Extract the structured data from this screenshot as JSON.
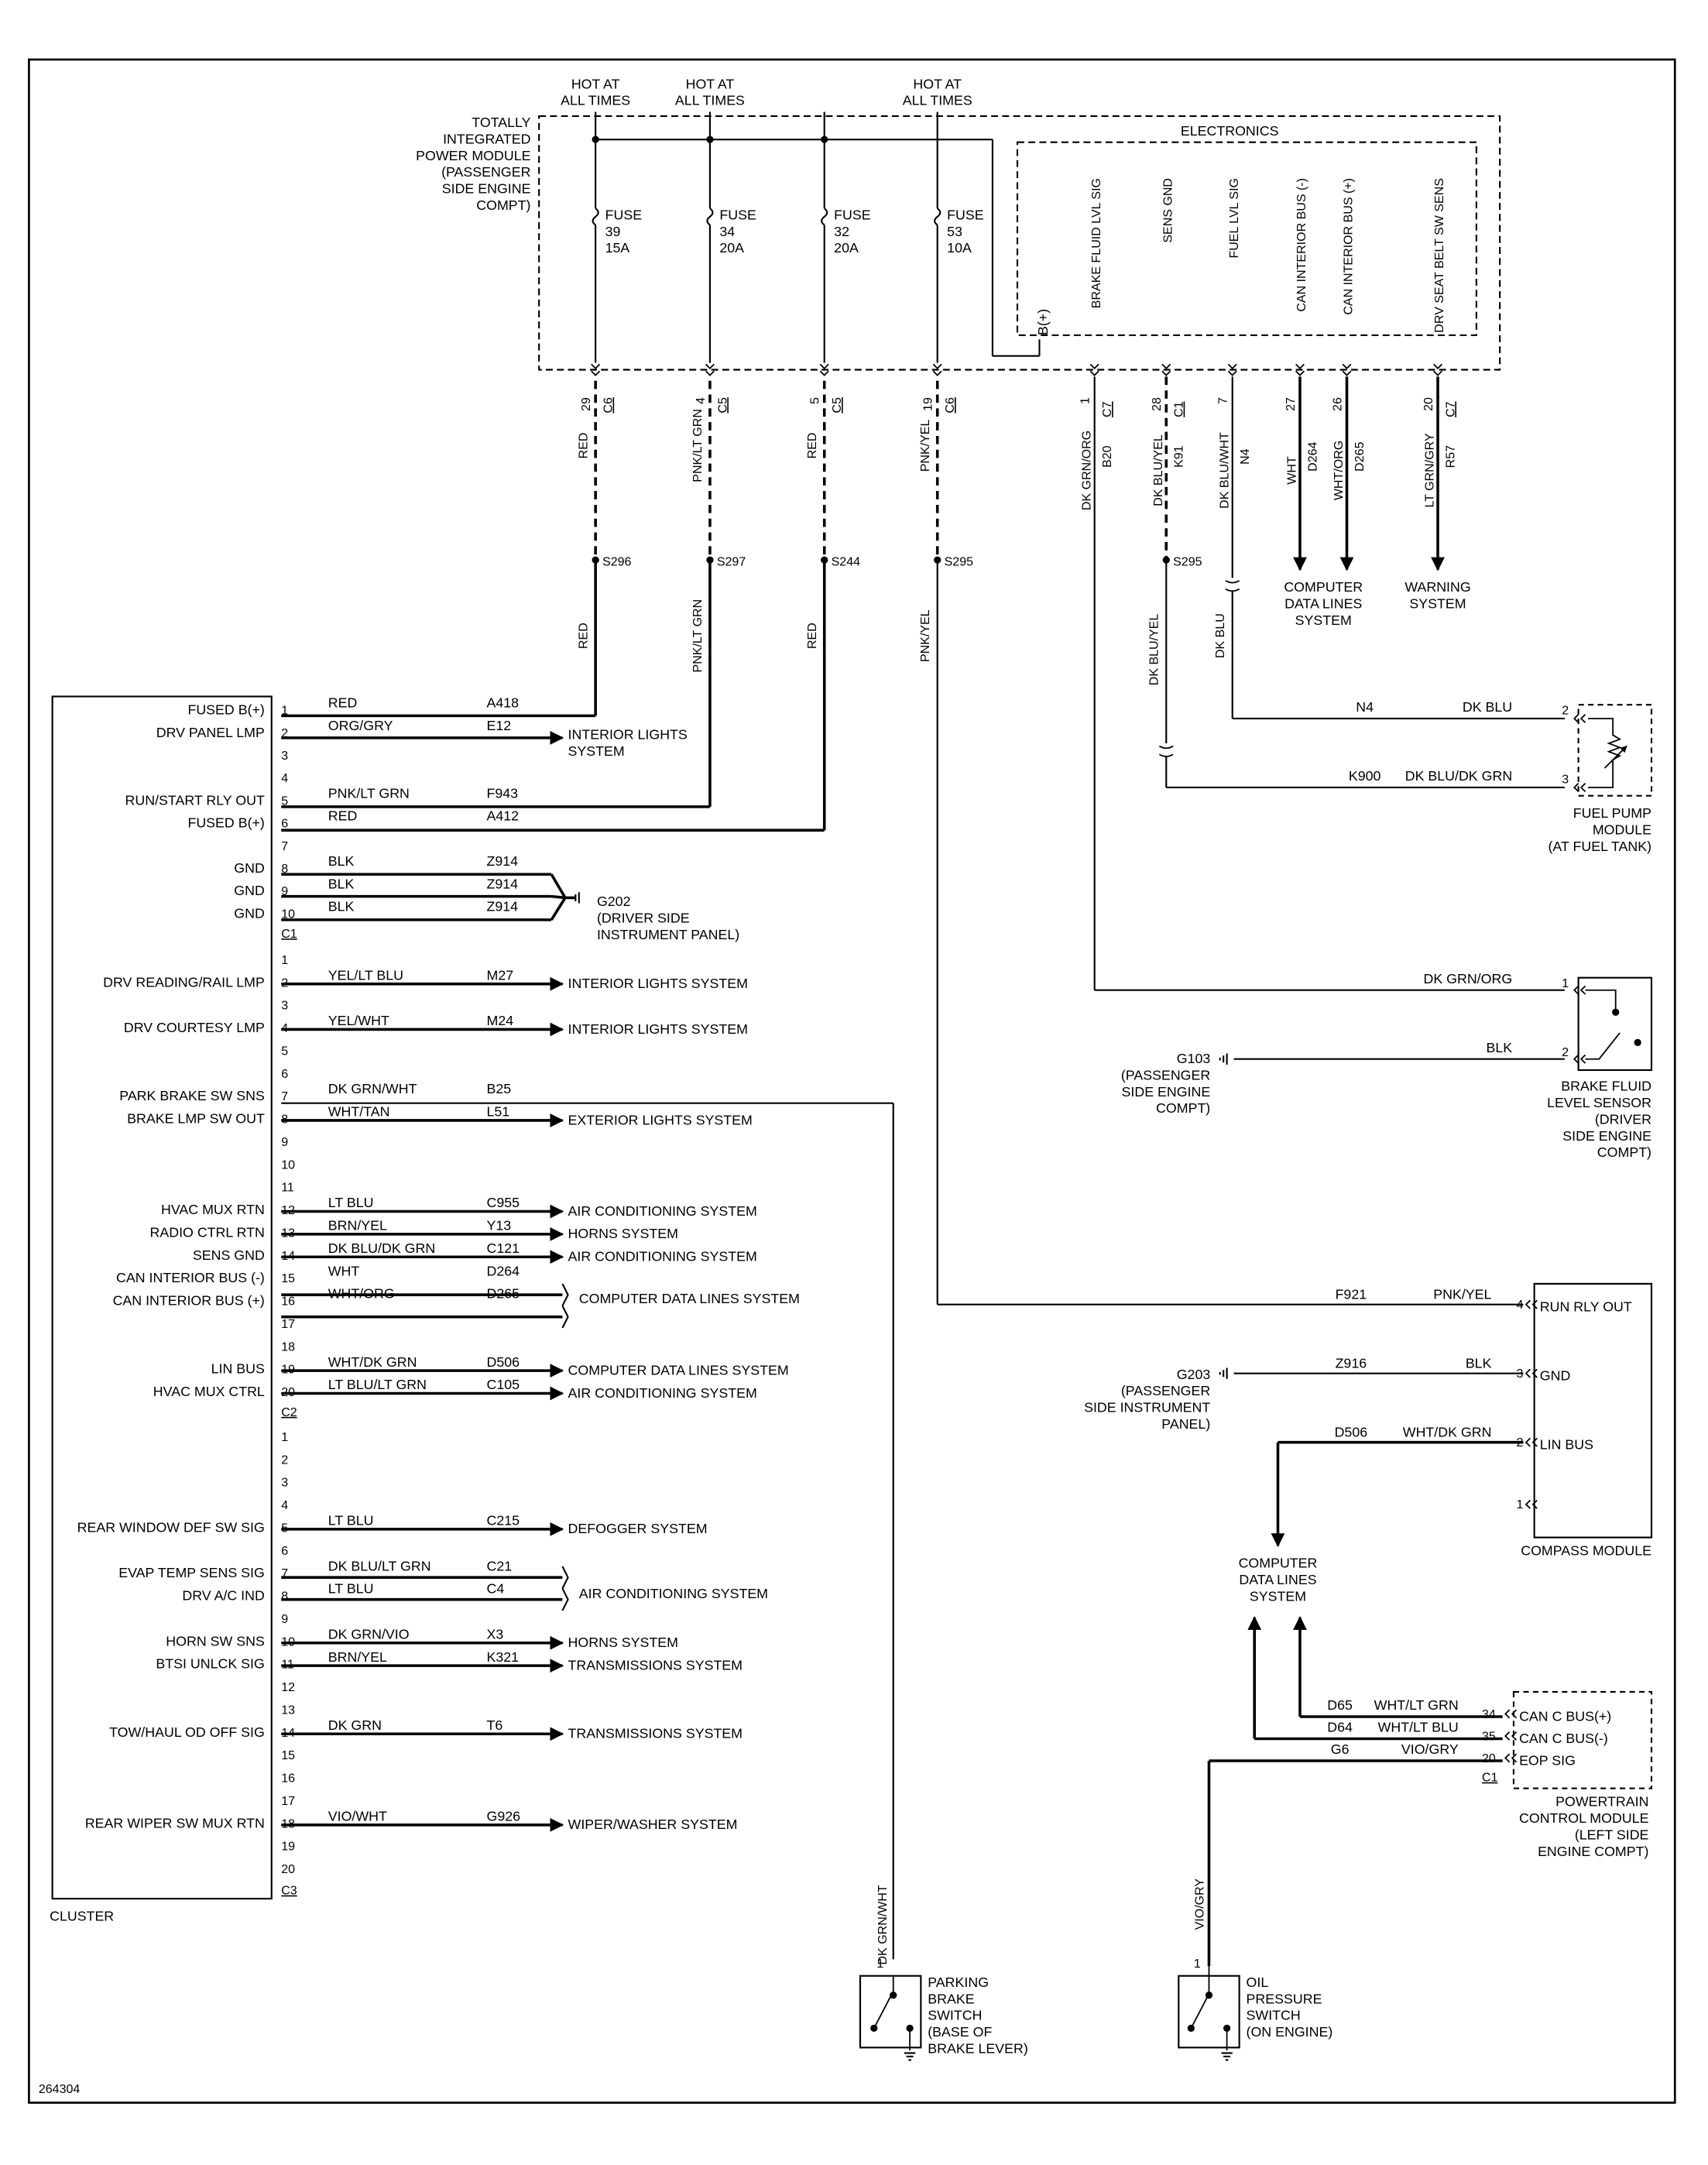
{
  "diagram_id": "264304",
  "top": {
    "hot": [
      "HOT AT",
      "ALL TIMES"
    ],
    "tipm": [
      "TOTALLY",
      "INTEGRATED",
      "POWER MODULE",
      "(PASSENGER",
      "SIDE ENGINE",
      "COMPT)"
    ],
    "electronics": "ELECTRONICS",
    "fuses": [
      {
        "label": "FUSE",
        "num": "39",
        "amps": "15A",
        "pin": "29",
        "conn": "C6",
        "wire": "RED",
        "splice": "S296",
        "wire_below": "RED"
      },
      {
        "label": "FUSE",
        "num": "34",
        "amps": "20A",
        "pin": "4",
        "conn": "C5",
        "wire": "PNK/LT GRN",
        "splice": "S297",
        "wire_below": "PNK/LT GRN"
      },
      {
        "label": "FUSE",
        "num": "32",
        "amps": "20A",
        "pin": "5",
        "conn": "C5",
        "wire": "RED",
        "splice": "S244",
        "wire_below": "RED"
      },
      {
        "label": "FUSE",
        "num": "53",
        "amps": "10A",
        "pin": "19",
        "conn": "C6",
        "wire": "PNK/YEL",
        "splice": "S295",
        "wire_below": "PNK/YEL"
      }
    ],
    "bplus": "B(+)",
    "elec_pins": [
      {
        "label": "BRAKE FLUID LVL SIG",
        "pin": "1",
        "conn": "C7",
        "circuit": "B20",
        "wire": "DK GRN/ORG"
      },
      {
        "label": "SENS GND",
        "pin": "28",
        "conn": "C1",
        "circuit": "K91",
        "wire": "DK BLU/YEL"
      },
      {
        "label": "FUEL LVL SIG",
        "pin": "7",
        "conn": "",
        "circuit": "N4",
        "wire": "DK BLU/WHT"
      },
      {
        "label": "CAN INTERIOR BUS (-)",
        "pin": "27",
        "conn": "",
        "circuit": "D264",
        "wire": "WHT"
      },
      {
        "label": "CAN INTERIOR BUS (+)",
        "pin": "26",
        "conn": "",
        "circuit": "D265",
        "wire": "WHT/ORG"
      },
      {
        "label": "DRV SEAT BELT SW SENS",
        "pin": "20",
        "conn": "C7",
        "circuit": "R57",
        "wire": "LT GRN/GRY"
      }
    ],
    "computer_data_lines": [
      "COMPUTER",
      "DATA LINES",
      "SYSTEM"
    ],
    "warning_system": [
      "WARNING",
      "SYSTEM"
    ],
    "s295": "S295",
    "dk_blu_yel": "DK BLU/YEL",
    "dk_blu": "DK BLU"
  },
  "cluster": {
    "name": "CLUSTER",
    "c1": [
      {
        "pin": "1",
        "label": "FUSED B(+)",
        "wire": "RED",
        "circuit": "A418",
        "dest": ""
      },
      {
        "pin": "2",
        "label": "DRV PANEL LMP",
        "wire": "ORG/GRY",
        "circuit": "E12",
        "dest": ""
      },
      {
        "pin": "3",
        "label": "",
        "wire": "",
        "circuit": "",
        "dest": ""
      },
      {
        "pin": "4",
        "label": "",
        "wire": "",
        "circuit": "",
        "dest": ""
      },
      {
        "pin": "5",
        "label": "RUN/START RLY OUT",
        "wire": "PNK/LT GRN",
        "circuit": "F943",
        "dest": ""
      },
      {
        "pin": "6",
        "label": "FUSED B(+)",
        "wire": "RED",
        "circuit": "A412",
        "dest": ""
      },
      {
        "pin": "7",
        "label": "",
        "wire": "",
        "circuit": "",
        "dest": ""
      },
      {
        "pin": "8",
        "label": "GND",
        "wire": "BLK",
        "circuit": "Z914",
        "dest": ""
      },
      {
        "pin": "9",
        "label": "GND",
        "wire": "BLK",
        "circuit": "Z914",
        "dest": ""
      },
      {
        "pin": "10",
        "label": "GND",
        "wire": "BLK",
        "circuit": "Z914",
        "dest": ""
      }
    ],
    "c1_label": "C1",
    "interior_lights_sys": [
      "INTERIOR LIGHTS",
      "SYSTEM"
    ],
    "g202": [
      "G202",
      "(DRIVER SIDE",
      "INSTRUMENT PANEL)"
    ],
    "c2": [
      {
        "pin": "1",
        "label": "",
        "wire": "",
        "circuit": "",
        "dest": ""
      },
      {
        "pin": "2",
        "label": "DRV READING/RAIL LMP",
        "wire": "YEL/LT BLU",
        "circuit": "M27",
        "dest": "INTERIOR LIGHTS SYSTEM"
      },
      {
        "pin": "3",
        "label": "",
        "wire": "",
        "circuit": "",
        "dest": ""
      },
      {
        "pin": "4",
        "label": "DRV COURTESY LMP",
        "wire": "YEL/WHT",
        "circuit": "M24",
        "dest": "INTERIOR LIGHTS SYSTEM"
      },
      {
        "pin": "5",
        "label": "",
        "wire": "",
        "circuit": "",
        "dest": ""
      },
      {
        "pin": "6",
        "label": "",
        "wire": "",
        "circuit": "",
        "dest": ""
      },
      {
        "pin": "7",
        "label": "PARK BRAKE SW SNS",
        "wire": "DK GRN/WHT",
        "circuit": "B25",
        "dest": ""
      },
      {
        "pin": "8",
        "label": "BRAKE LMP SW OUT",
        "wire": "WHT/TAN",
        "circuit": "L51",
        "dest": "EXTERIOR LIGHTS SYSTEM"
      },
      {
        "pin": "9",
        "label": "",
        "wire": "",
        "circuit": "",
        "dest": ""
      },
      {
        "pin": "10",
        "label": "",
        "wire": "",
        "circuit": "",
        "dest": ""
      },
      {
        "pin": "11",
        "label": "",
        "wire": "",
        "circuit": "",
        "dest": ""
      },
      {
        "pin": "12",
        "label": "HVAC MUX RTN",
        "wire": "LT BLU",
        "circuit": "C955",
        "dest": "AIR CONDITIONING SYSTEM"
      },
      {
        "pin": "13",
        "label": "RADIO CTRL RTN",
        "wire": "BRN/YEL",
        "circuit": "Y13",
        "dest": "HORNS SYSTEM"
      },
      {
        "pin": "14",
        "label": "SENS GND",
        "wire": "DK BLU/DK GRN",
        "circuit": "C121",
        "dest": "AIR CONDITIONING SYSTEM"
      },
      {
        "pin": "15",
        "label": "CAN INTERIOR BUS (-)",
        "wire": "WHT",
        "circuit": "D264",
        "dest": ""
      },
      {
        "pin": "16",
        "label": "CAN INTERIOR BUS (+)",
        "wire": "WHT/ORG",
        "circuit": "D265",
        "dest": ""
      },
      {
        "pin": "17",
        "label": "",
        "wire": "",
        "circuit": "",
        "dest": ""
      },
      {
        "pin": "18",
        "label": "",
        "wire": "",
        "circuit": "",
        "dest": ""
      },
      {
        "pin": "19",
        "label": "LIN BUS",
        "wire": "WHT/DK GRN",
        "circuit": "D506",
        "dest": "COMPUTER DATA LINES SYSTEM"
      },
      {
        "pin": "20",
        "label": "HVAC MUX CTRL",
        "wire": "LT BLU/LT GRN",
        "circuit": "C105",
        "dest": "AIR CONDITIONING SYSTEM"
      }
    ],
    "c2_label": "C2",
    "c2_can_dest": "COMPUTER DATA LINES SYSTEM",
    "c3": [
      {
        "pin": "1",
        "label": "",
        "wire": "",
        "circuit": "",
        "dest": ""
      },
      {
        "pin": "2",
        "label": "",
        "wire": "",
        "circuit": "",
        "dest": ""
      },
      {
        "pin": "3",
        "label": "",
        "wire": "",
        "circuit": "",
        "dest": ""
      },
      {
        "pin": "4",
        "label": "",
        "wire": "",
        "circuit": "",
        "dest": ""
      },
      {
        "pin": "5",
        "label": "REAR WINDOW DEF SW SIG",
        "wire": "LT BLU",
        "circuit": "C215",
        "dest": "DEFOGGER SYSTEM"
      },
      {
        "pin": "6",
        "label": "",
        "wire": "",
        "circuit": "",
        "dest": ""
      },
      {
        "pin": "7",
        "label": "EVAP TEMP SENS SIG",
        "wire": "DK BLU/LT GRN",
        "circuit": "C21",
        "dest": ""
      },
      {
        "pin": "8",
        "label": "DRV A/C IND",
        "wire": "LT BLU",
        "circuit": "C4",
        "dest": ""
      },
      {
        "pin": "9",
        "label": "",
        "wire": "",
        "circuit": "",
        "dest": ""
      },
      {
        "pin": "10",
        "label": "HORN SW SNS",
        "wire": "DK GRN/VIO",
        "circuit": "X3",
        "dest": "HORNS SYSTEM"
      },
      {
        "pin": "11",
        "label": "BTSI UNLCK SIG",
        "wire": "BRN/YEL",
        "circuit": "K321",
        "dest": "TRANSMISSIONS SYSTEM"
      },
      {
        "pin": "12",
        "label": "",
        "wire": "",
        "circuit": "",
        "dest": ""
      },
      {
        "pin": "13",
        "label": "",
        "wire": "",
        "circuit": "",
        "dest": ""
      },
      {
        "pin": "14",
        "label": "TOW/HAUL OD OFF SIG",
        "wire": "DK GRN",
        "circuit": "T6",
        "dest": "TRANSMISSIONS SYSTEM"
      },
      {
        "pin": "15",
        "label": "",
        "wire": "",
        "circuit": "",
        "dest": ""
      },
      {
        "pin": "16",
        "label": "",
        "wire": "",
        "circuit": "",
        "dest": ""
      },
      {
        "pin": "17",
        "label": "",
        "wire": "",
        "circuit": "",
        "dest": ""
      },
      {
        "pin": "18",
        "label": "REAR WIPER SW MUX RTN",
        "wire": "VIO/WHT",
        "circuit": "G926",
        "dest": "WIPER/WASHER SYSTEM"
      },
      {
        "pin": "19",
        "label": "",
        "wire": "",
        "circuit": "",
        "dest": ""
      },
      {
        "pin": "20",
        "label": "",
        "wire": "",
        "circuit": "",
        "dest": ""
      }
    ],
    "c3_label": "C3",
    "c3_ac_dest": "AIR CONDITIONING SYSTEM"
  },
  "fuel_pump": {
    "name": [
      "FUEL PUMP",
      "MODULE",
      "(AT FUEL TANK)"
    ],
    "wires": [
      {
        "circuit": "N4",
        "wire": "DK BLU",
        "pin": "2"
      },
      {
        "circuit": "K900",
        "wire": "DK BLU/DK GRN",
        "pin": "3"
      }
    ]
  },
  "brake_fluid": {
    "name": [
      "BRAKE FLUID",
      "LEVEL SENSOR",
      "(DRIVER",
      "SIDE ENGINE",
      "COMPT)"
    ],
    "wire1": "DK GRN/ORG",
    "pin1": "1",
    "wire2": "BLK",
    "pin2": "2",
    "g103": [
      "G103",
      "(PASSENGER",
      "SIDE ENGINE",
      "COMPT)"
    ]
  },
  "compass": {
    "name": "COMPASS MODULE",
    "pins": [
      {
        "pin": "4",
        "label": "RUN RLY OUT",
        "wire": "PNK/YEL",
        "circuit": "F921"
      },
      {
        "pin": "3",
        "label": "GND",
        "wire": "BLK",
        "circuit": "Z916"
      },
      {
        "pin": "2",
        "label": "LIN BUS",
        "wire": "WHT/DK GRN",
        "circuit": "D506"
      },
      {
        "pin": "1",
        "label": "",
        "wire": "",
        "circuit": ""
      }
    ],
    "g203": [
      "G203",
      "(PASSENGER",
      "SIDE INSTRUMENT",
      "PANEL)"
    ],
    "cdl": [
      "COMPUTER",
      "DATA LINES",
      "SYSTEM"
    ]
  },
  "pcm": {
    "name": [
      "POWERTRAIN",
      "CONTROL MODULE",
      "(LEFT SIDE",
      "ENGINE COMPT)"
    ],
    "pins": [
      {
        "pin": "34",
        "label": "CAN C BUS(+)",
        "wire": "WHT/LT GRN",
        "circuit": "D65"
      },
      {
        "pin": "35",
        "label": "CAN C BUS(-)",
        "wire": "WHT/LT BLU",
        "circuit": "D64"
      },
      {
        "pin": "20",
        "label": "EOP SIG",
        "wire": "VIO/GRY",
        "circuit": "G6"
      }
    ],
    "conn": "C1"
  },
  "parking_brake": {
    "name": [
      "PARKING",
      "BRAKE",
      "SWITCH",
      "(BASE OF",
      "BRAKE LEVER)"
    ],
    "wire": "DK GRN/WHT",
    "pin": "1"
  },
  "oil_pressure": {
    "name": [
      "OIL",
      "PRESSURE",
      "SWITCH",
      "(ON ENGINE)"
    ],
    "wire": "VIO/GRY",
    "pin": "1"
  }
}
